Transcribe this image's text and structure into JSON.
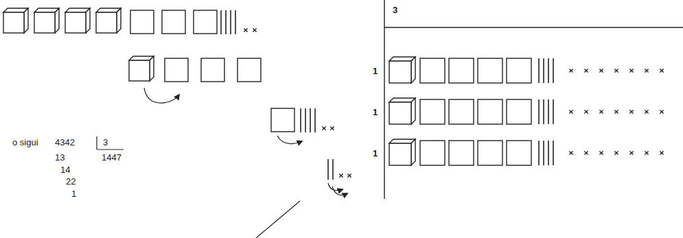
{
  "diagram": {
    "labels": [
      "3",
      "1",
      "1",
      "1",
      "o sigui",
      "4342",
      "3",
      "1447",
      "13",
      "14",
      "22",
      "1"
    ]
  }
}
